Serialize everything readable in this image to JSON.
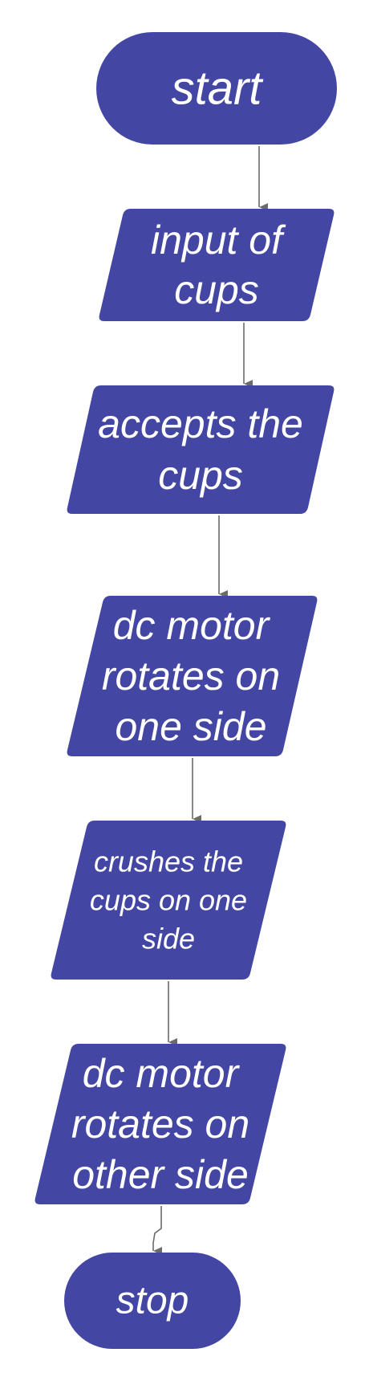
{
  "diagram": {
    "colors": {
      "node_fill": "#4347a3",
      "connector": "#6b6b6b",
      "text": "#ffffff"
    },
    "nodes": [
      {
        "id": "start",
        "shape": "terminator",
        "lines": [
          "start"
        ]
      },
      {
        "id": "input-of-cups",
        "shape": "parallelogram",
        "lines": [
          "input of",
          "cups"
        ]
      },
      {
        "id": "accepts-the-cups",
        "shape": "parallelogram",
        "lines": [
          "accepts the",
          "cups"
        ]
      },
      {
        "id": "dc-motor-rotates-one-side",
        "shape": "parallelogram",
        "lines": [
          "dc motor",
          "rotates on",
          "one side"
        ]
      },
      {
        "id": "crushes-the-cups",
        "shape": "parallelogram",
        "lines": [
          "crushes the",
          "cups on one",
          "side"
        ]
      },
      {
        "id": "dc-motor-rotates-other-side",
        "shape": "parallelogram",
        "lines": [
          "dc motor",
          "rotates on",
          "other side"
        ]
      },
      {
        "id": "stop",
        "shape": "terminator",
        "lines": [
          "stop"
        ]
      }
    ],
    "connectors": [
      {
        "from": "start",
        "to": "input-of-cups"
      },
      {
        "from": "input-of-cups",
        "to": "accepts-the-cups"
      },
      {
        "from": "accepts-the-cups",
        "to": "dc-motor-rotates-one-side"
      },
      {
        "from": "dc-motor-rotates-one-side",
        "to": "crushes-the-cups"
      },
      {
        "from": "crushes-the-cups",
        "to": "dc-motor-rotates-other-side"
      },
      {
        "from": "dc-motor-rotates-other-side",
        "to": "stop"
      }
    ]
  }
}
